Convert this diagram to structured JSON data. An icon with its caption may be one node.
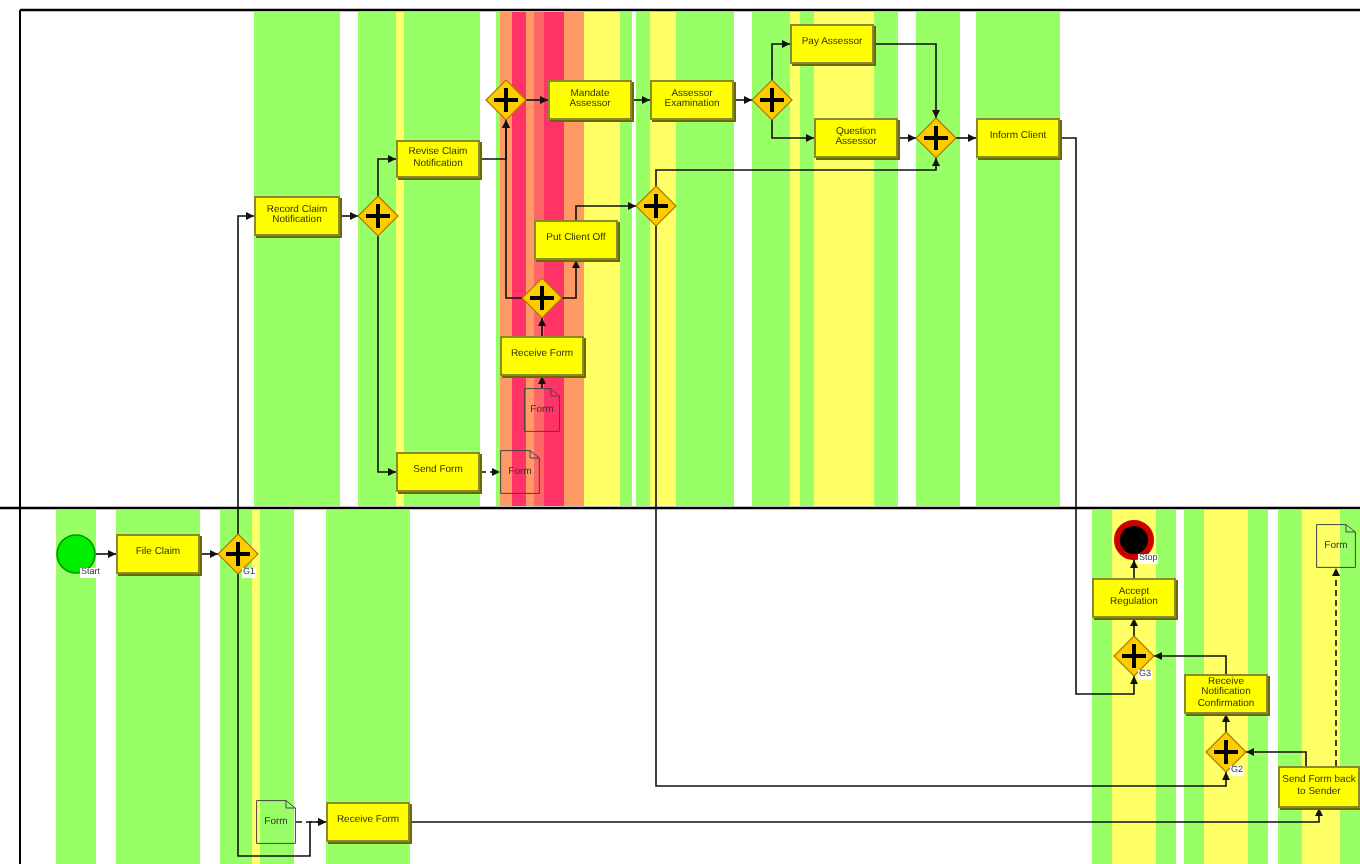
{
  "diagram": {
    "nodes": [
      {
        "text": [
          "Record Claim Notification"
        ]
      },
      {
        "text": [],
        "shape": "diamond"
      },
      {
        "text": [
          "Revise Claim Notification"
        ]
      },
      {
        "text": [
          "Send Form"
        ]
      },
      {
        "text": [
          "Form"
        ]
      },
      {
        "text": [
          "Form"
        ]
      },
      {
        "text": [
          "Receive Form"
        ]
      },
      {
        "text": [],
        "shape": "diamond"
      },
      {
        "text": [],
        "shape": "diamond"
      },
      {
        "text": [
          "Mandate Assessor"
        ]
      },
      {
        "text": [
          "Put Client Off"
        ]
      },
      {
        "text": [
          "Assessor Examination"
        ]
      },
      {
        "text": [],
        "shape": "diamond"
      },
      {
        "text": [],
        "shape": "diamond"
      },
      {
        "text": [
          "Pay Assessor"
        ]
      },
      {
        "text": [
          "Question Assessor"
        ]
      },
      {
        "text": [],
        "shape": "diamond"
      },
      {
        "text": [
          "Inform Client"
        ]
      },
      {
        "text": [],
        "shape": "circle",
        "beside": [
          "Start"
        ]
      },
      {
        "text": [
          "File Claim"
        ]
      },
      {
        "text": [],
        "shape": "diamond",
        "beside": [
          "G1"
        ]
      },
      {
        "text": [
          "Form"
        ]
      },
      {
        "text": [
          "Receive Form"
        ]
      },
      {
        "text": [],
        "shape": "circle",
        "beside": [
          "Stop"
        ]
      },
      {
        "text": [
          "Accept Regulation"
        ]
      },
      {
        "text": [],
        "shape": "diamond",
        "beside": [
          "G3"
        ]
      },
      {
        "text": [
          "Receive Notification Confirmation"
        ]
      },
      {
        "text": [],
        "shape": "diamond",
        "beside": [
          "G2"
        ]
      },
      {
        "text": [
          "Send Form back to Sender"
        ]
      },
      {
        "text": [
          "Form"
        ]
      }
    ],
    "edges": [
      {
        "from": 18,
        "to": 19,
        "arrow": "to"
      },
      {
        "from": 19,
        "to": 20,
        "arrow": "to"
      },
      {
        "from": 20,
        "to": 0,
        "arrow": "to"
      },
      {
        "from": 20,
        "to": 22,
        "arrow": "to"
      },
      {
        "from": 21,
        "to": 22,
        "arrow": "to",
        "style": "dashed"
      },
      {
        "from": 0,
        "to": 1,
        "arrow": "to"
      },
      {
        "from": 1,
        "to": 2,
        "arrow": "to"
      },
      {
        "from": 1,
        "to": 3,
        "arrow": "to"
      },
      {
        "from": 2,
        "to": 8,
        "arrow": "to"
      },
      {
        "from": 3,
        "to": 4,
        "arrow": "to",
        "style": "dashed"
      },
      {
        "from": 5,
        "to": 6,
        "arrow": "to",
        "style": "dashed"
      },
      {
        "from": 6,
        "to": 7,
        "arrow": "to"
      },
      {
        "from": 7,
        "to": 8,
        "arrow": "to"
      },
      {
        "from": 7,
        "to": 10,
        "arrow": "to"
      },
      {
        "from": 8,
        "to": 9,
        "arrow": "to"
      },
      {
        "from": 9,
        "to": 11,
        "arrow": "to"
      },
      {
        "from": 10,
        "to": 12,
        "arrow": "to"
      },
      {
        "from": 11,
        "to": 13,
        "arrow": "to"
      },
      {
        "from": 13,
        "to": 14,
        "arrow": "to"
      },
      {
        "from": 13,
        "to": 15,
        "arrow": "to"
      },
      {
        "from": 14,
        "to": 16,
        "arrow": "to"
      },
      {
        "from": 15,
        "to": 16,
        "arrow": "to"
      },
      {
        "from": 12,
        "to": 16,
        "arrow": "to"
      },
      {
        "from": 16,
        "to": 17,
        "arrow": "to"
      },
      {
        "from": 17,
        "to": 25,
        "arrow": "to"
      },
      {
        "from": 12,
        "to": 27,
        "arrow": "to"
      },
      {
        "from": 22,
        "to": 28,
        "arrow": "to"
      },
      {
        "from": 28,
        "to": 27,
        "arrow": "to"
      },
      {
        "from": 28,
        "to": 29,
        "arrow": "to",
        "style": "dashed"
      },
      {
        "from": 27,
        "to": 26,
        "arrow": "to"
      },
      {
        "from": 26,
        "to": 25,
        "arrow": "to"
      },
      {
        "from": 25,
        "to": 24,
        "arrow": "to"
      },
      {
        "from": 24,
        "to": 23,
        "arrow": "to"
      }
    ]
  }
}
